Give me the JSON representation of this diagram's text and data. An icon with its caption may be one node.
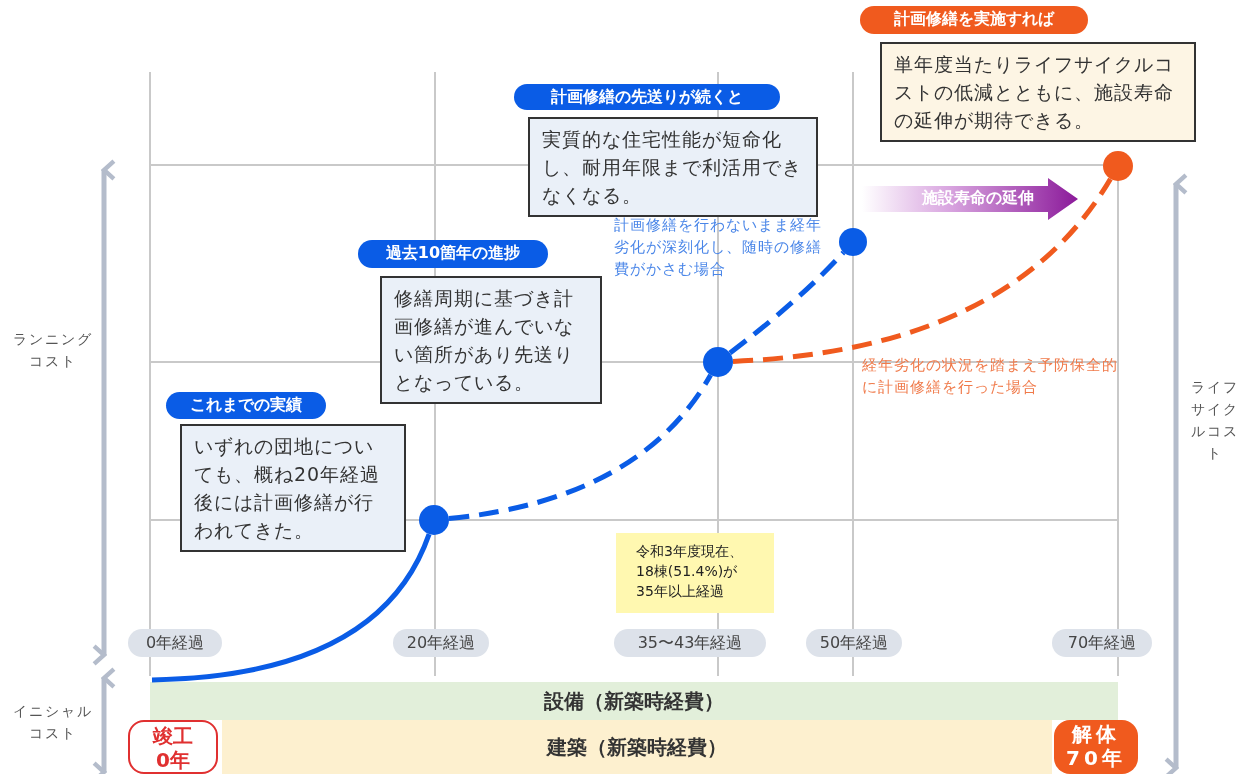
{
  "diagram": {
    "nodes": [
      {
        "text": [
          "計画修繕を実施すれば"
        ]
      },
      {
        "text": [
          "単年度当たりライフサイクルコストの低減とともに、施設寿命の延伸が期待できる。"
        ]
      },
      {
        "text": [
          "計画修繕の先送りが続くと"
        ]
      },
      {
        "text": [
          "実質的な住宅性能が短命化し、耐用年限まで利活用できなくなる。"
        ]
      },
      {
        "text": [],
        "shape": "circle"
      },
      {
        "text": [
          "施設寿命の延伸"
        ]
      },
      {
        "text": [],
        "shape": "circle"
      },
      {
        "text": [
          "過去10箇年の進捗"
        ]
      },
      {
        "text": [
          "修繕周期に基づき計画修繕が進んでいない箇所があり先送りとなっている。"
        ]
      },
      {
        "text": [],
        "shape": "circle"
      },
      {
        "text": [
          "これまでの実績"
        ]
      },
      {
        "text": [
          "いずれの団地についても、概ね20年経過後には計画修繕が行われてきた。"
        ]
      },
      {
        "text": [],
        "shape": "circle"
      },
      {
        "text": [
          "令和3年度現在、18棟(51.4%)が35年以上経過"
        ]
      },
      {
        "text": [
          "設備（新築時経費）"
        ]
      },
      {
        "text": [
          "竣工",
          "0年"
        ]
      },
      {
        "text": [
          "建築（新築時経費）"
        ]
      },
      {
        "text": [
          "解体",
          "70年"
        ]
      }
    ],
    "edges": [
      {
        "from": 14,
        "to": 12,
        "arrow": "none"
      },
      {
        "from": 12,
        "to": 9,
        "arrow": "none",
        "style": "dashed"
      },
      {
        "from": 9,
        "to": 6,
        "arrow": "none",
        "style": "dashed"
      },
      {
        "from": 9,
        "to": 4,
        "arrow": "none",
        "style": "dashed",
        "color": "#f05a1e"
      }
    ],
    "labels": [
      "計画修繕を行わないまま経年劣化が深刻化し、随時の修繕費がかさむ場合",
      "ランニングコスト",
      "経年劣化の状況を踏まえ予防保全的に計画修繕を行った場合",
      "ライフサイクルコスト",
      "0年経過",
      "20年経過",
      "35〜43年経過",
      "50年経過",
      "70年経過",
      "イニシャルコスト"
    ]
  }
}
